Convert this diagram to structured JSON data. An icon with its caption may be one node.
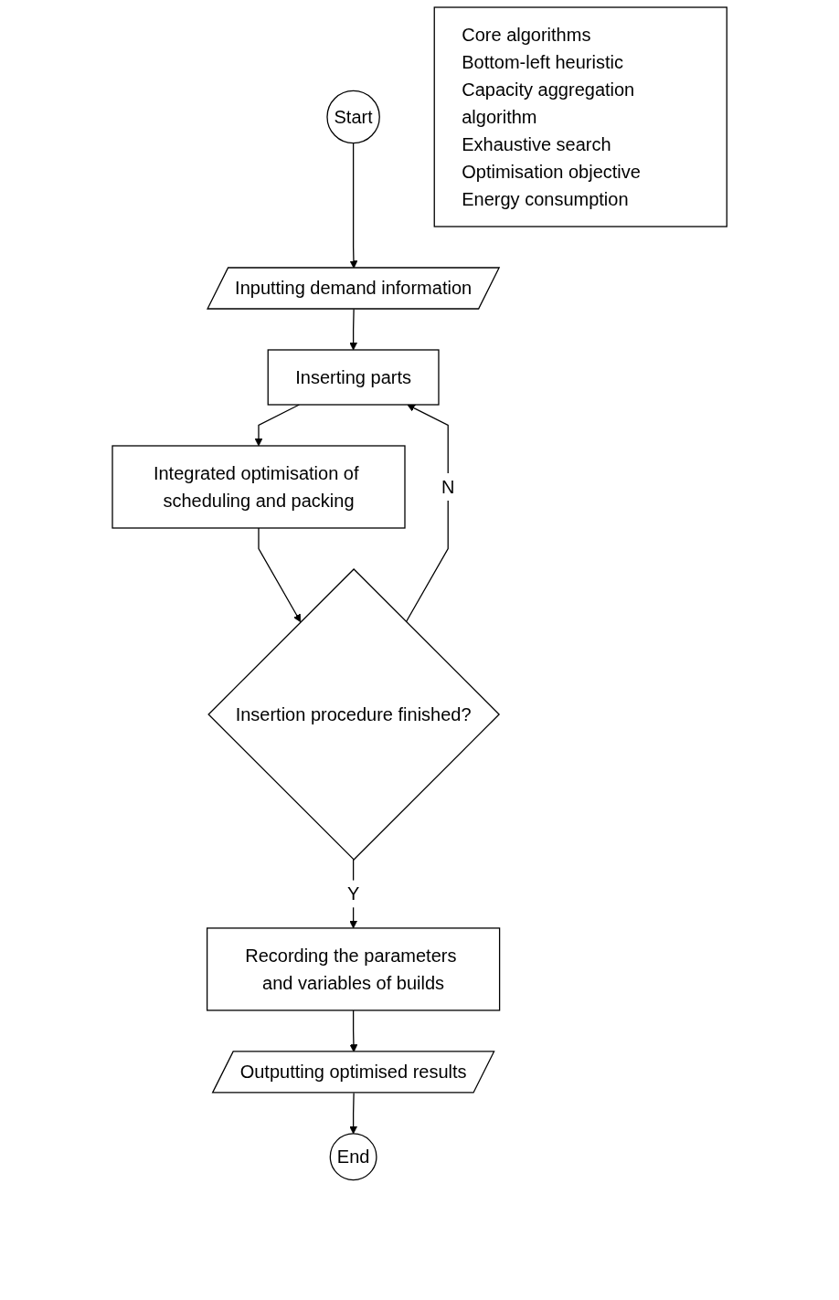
{
  "diagram": {
    "nodes": [
      {
        "text": [
          "Start"
        ]
      },
      {
        "text": [
          "Inputting demand information"
        ]
      },
      {
        "text": [
          "Inserting parts"
        ]
      },
      {
        "text": [
          "Integrated optimisation of scheduling and packing"
        ]
      },
      {
        "text": [
          "Insertion procedure finished?"
        ]
      },
      {
        "text": [
          "Recording the parameters and variables of builds"
        ]
      },
      {
        "text": [
          "Outputting optimised results"
        ]
      },
      {
        "text": [
          "End"
        ]
      },
      {
        "text": [
          "Core algorithms",
          "Bottom-left heuristic",
          "Capacity aggregation algorithm",
          "Exhaustive search",
          "Optimisation objective",
          "Energy consumption"
        ]
      }
    ],
    "edges": [
      {
        "from": 0,
        "to": 1,
        "arrow": "to"
      },
      {
        "from": 1,
        "to": 2,
        "arrow": "to"
      },
      {
        "from": 2,
        "to": 3,
        "arrow": "to"
      },
      {
        "from": 3,
        "to": 4,
        "arrow": "to"
      },
      {
        "from": 4,
        "to": 2,
        "arrow": "to",
        "label": "N"
      },
      {
        "from": 4,
        "to": 5,
        "arrow": "to",
        "label": "Y"
      },
      {
        "from": 5,
        "to": 6,
        "arrow": "to"
      },
      {
        "from": 6,
        "to": 7,
        "arrow": "to"
      }
    ]
  }
}
